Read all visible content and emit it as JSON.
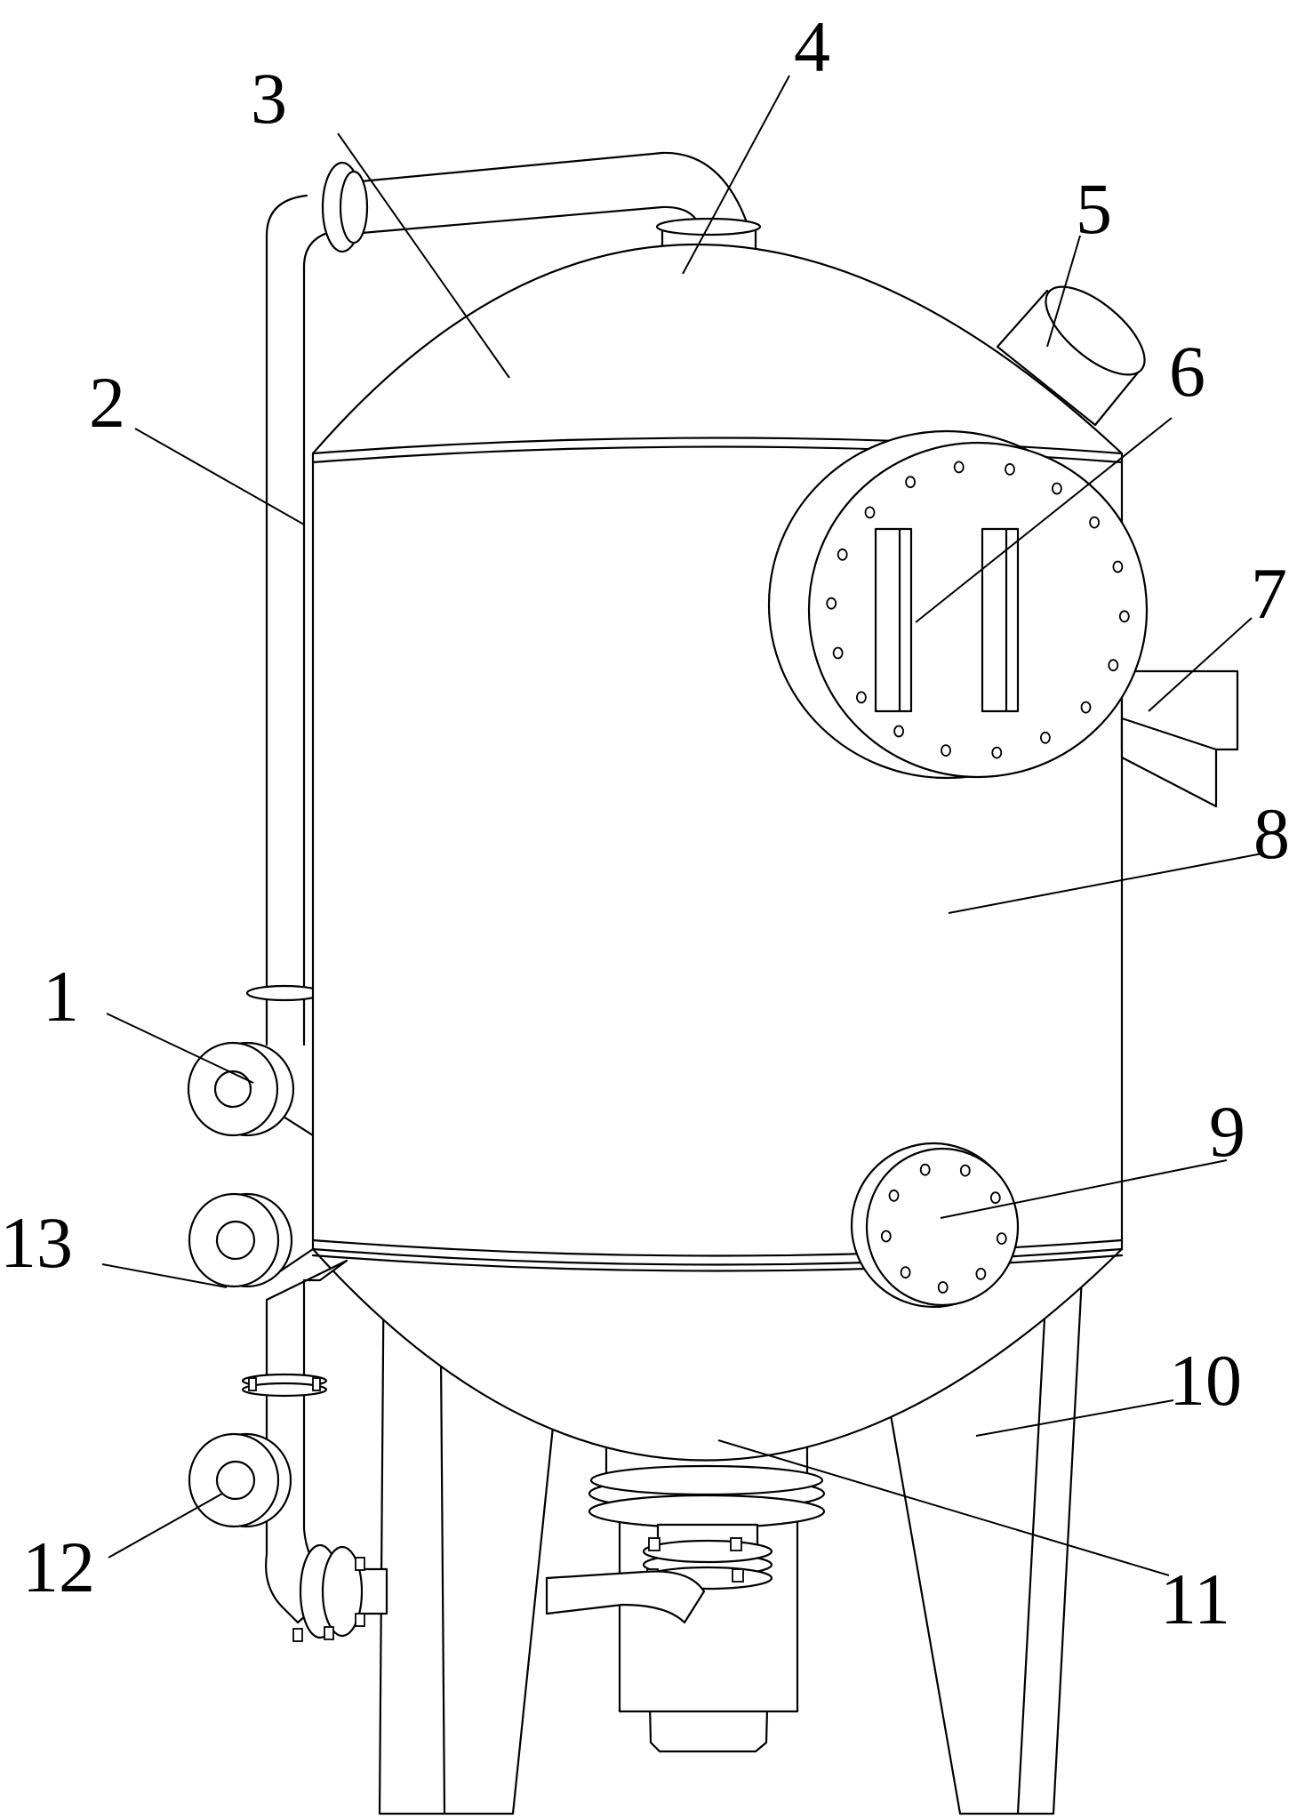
{
  "diagram": {
    "labels": [
      {
        "id": "1",
        "text": "1"
      },
      {
        "id": "2",
        "text": "2"
      },
      {
        "id": "3",
        "text": "3"
      },
      {
        "id": "4",
        "text": "4"
      },
      {
        "id": "5",
        "text": "5"
      },
      {
        "id": "6",
        "text": "6"
      },
      {
        "id": "7",
        "text": "7"
      },
      {
        "id": "8",
        "text": "8"
      },
      {
        "id": "9",
        "text": "9"
      },
      {
        "id": "10",
        "text": "10"
      },
      {
        "id": "11",
        "text": "11"
      },
      {
        "id": "12",
        "text": "12"
      },
      {
        "id": "13",
        "text": "13"
      }
    ],
    "colors": {
      "line": "#000000",
      "background": "#ffffff"
    }
  }
}
